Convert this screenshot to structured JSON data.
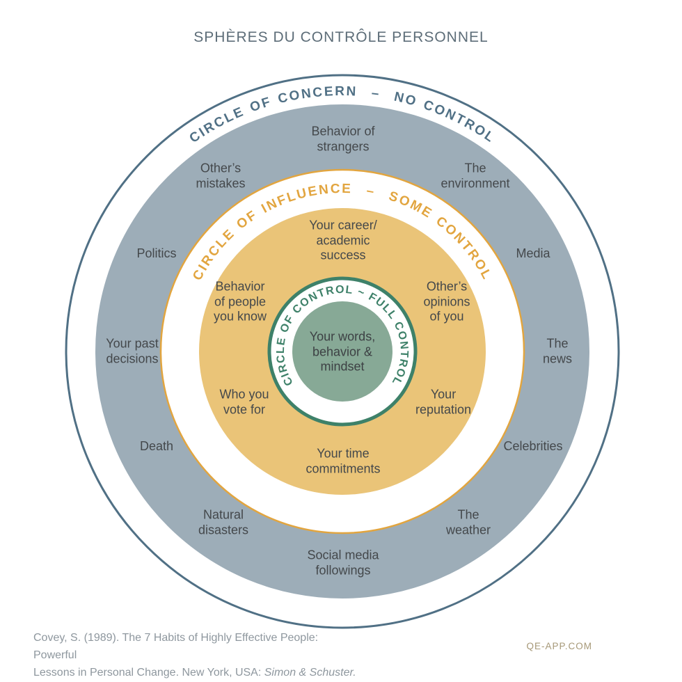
{
  "diagram": {
    "title": "SPHÈRES DU CONTRÔLE PERSONNEL",
    "concern": {
      "ring_label": "CIRCLE OF CONCERN  –  NO CONTROL",
      "items": [
        {
          "id": "behavior-of-strangers",
          "label": "Behavior of\nstrangers"
        },
        {
          "id": "others-mistakes",
          "label": "Other’s\nmistakes"
        },
        {
          "id": "the-environment",
          "label": "The\nenvironment"
        },
        {
          "id": "politics",
          "label": "Politics"
        },
        {
          "id": "media",
          "label": "Media"
        },
        {
          "id": "your-past-decisions",
          "label": "Your past\ndecisions"
        },
        {
          "id": "the-news",
          "label": "The\nnews"
        },
        {
          "id": "death",
          "label": "Death"
        },
        {
          "id": "celebrities",
          "label": "Celebrities"
        },
        {
          "id": "natural-disasters",
          "label": "Natural\ndisasters"
        },
        {
          "id": "the-weather",
          "label": "The\nweather"
        },
        {
          "id": "social-media-followings",
          "label": "Social media\nfollowings"
        }
      ]
    },
    "influence": {
      "ring_label": "CIRCLE OF INFLUENCE  –  SOME CONTROL",
      "items": [
        {
          "id": "career-academic-success",
          "label": "Your career/\nacademic\nsuccess"
        },
        {
          "id": "behavior-of-people-you-know",
          "label": "Behavior\nof people\nyou know"
        },
        {
          "id": "others-opinions-of-you",
          "label": "Other’s\nopinions\nof you"
        },
        {
          "id": "who-you-vote-for",
          "label": "Who you\nvote for"
        },
        {
          "id": "your-reputation",
          "label": "Your\nreputation"
        },
        {
          "id": "your-time-commitments",
          "label": "Your time\ncommitments"
        }
      ]
    },
    "control": {
      "ring_label": "CIRCLE OF CONTROL ~ FULL CONTROL",
      "center_label": "Your words,\nbehavior &\nmindset"
    }
  },
  "footer": {
    "citation_text": "Covey, S. (1989). The 7 Habits of Highly Effective People: Powerful\nLessons in Personal Change. New York, USA: ",
    "citation_publisher": "Simon & Schuster.",
    "watermark": "QE-APP.COM"
  },
  "colors": {
    "concern_accent": "#507085",
    "concern_fill": "#9dadb8",
    "influence_accent": "#e2a53f",
    "influence_fill": "#eac478",
    "control_accent": "#3e8169",
    "control_fill": "#87a996",
    "title_text": "#5d6d78",
    "item_text": "#44484b",
    "citation_text": "#8e979e",
    "watermark_text": "#a69877"
  }
}
